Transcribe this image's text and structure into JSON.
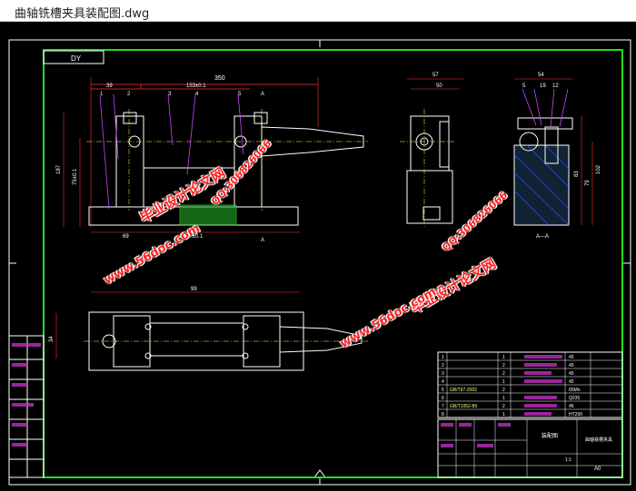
{
  "window": {
    "title": "曲轴铣槽夹具装配图.dwg"
  },
  "drawing": {
    "code": "DY"
  },
  "front_view": {
    "dims": {
      "overall_length": "350",
      "left_offset": "39",
      "span": "153±0.1",
      "overall_height": "187",
      "height_tol": "75±0.1",
      "bottom_left": "69",
      "bottom_tol": "87±0.1"
    },
    "balloons": [
      "1",
      "2",
      "3",
      "4",
      "5"
    ],
    "section_mark": "A"
  },
  "side_view": {
    "dims": {
      "width_outer": "57",
      "width_inner": "50"
    }
  },
  "section_view": {
    "label": "A—A",
    "dims": {
      "width": "54",
      "d1": "5",
      "d2": "19",
      "d3": "12",
      "h1": "83",
      "h2": "79",
      "h3": "102"
    }
  },
  "top_view": {
    "dims": {
      "span": "99",
      "width": "34"
    }
  },
  "parts_list": [
    {
      "no": "1",
      "code": "",
      "qty": "1",
      "material": "45"
    },
    {
      "no": "2",
      "code": "",
      "qty": "2",
      "material": "45"
    },
    {
      "no": "3",
      "code": "",
      "qty": "2",
      "material": "45"
    },
    {
      "no": "4",
      "code": "",
      "qty": "1",
      "material": "45"
    },
    {
      "no": "5",
      "code": "GB/T97-2002",
      "qty": "2",
      "material": "65Mn"
    },
    {
      "no": "6",
      "code": "",
      "qty": "1",
      "material": "Q235"
    },
    {
      "no": "7",
      "code": "GB/T1052-89",
      "qty": "2",
      "material": "45"
    },
    {
      "no": "8",
      "code": "",
      "qty": "1",
      "material": "HT200"
    }
  ],
  "title_block": {
    "assembly_name": "装配图",
    "drawing_title": "曲轴铣槽夹具",
    "scale": "1:1",
    "sheet_size": "A0"
  },
  "watermarks": {
    "cn_name": "毕业设计论文网",
    "url": "www.56doc.com",
    "qq": "QQ:306826066"
  },
  "colors": {
    "canvas": "#000000",
    "border": "#22dd22",
    "dimension": "#ff3030",
    "centerline": "#ffff66",
    "leader": "#cc44ff",
    "hatch": "#3355ff",
    "watermark": "#ff2020"
  }
}
